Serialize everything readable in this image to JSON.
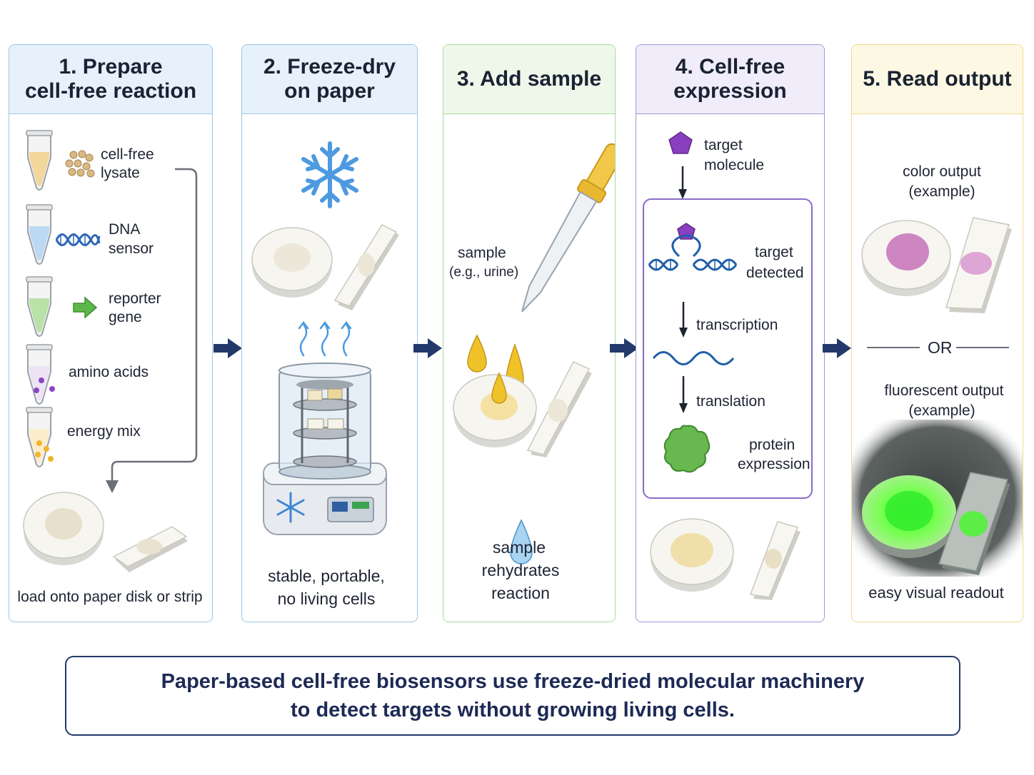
{
  "panels": [
    {
      "title_line1": "1. Prepare",
      "title_line2": "cell-free reaction",
      "items": [
        "cell-free",
        "lysate",
        "DNA",
        "sensor",
        "reporter",
        "gene",
        "amino acids",
        "energy mix"
      ],
      "footer": "load onto paper disk or strip"
    },
    {
      "title_line1": "2. Freeze-dry",
      "title_line2": "on paper",
      "footer_line1": "stable, portable,",
      "footer_line2": "no living cells"
    },
    {
      "title": "3.  Add sample",
      "sample_line1": "sample",
      "sample_line2": "(e.g., urine)",
      "footer_line1": "sample",
      "footer_line2": "rehydrates",
      "footer_line3": "reaction"
    },
    {
      "title_line1": "4.  Cell-free",
      "title_line2": "expression",
      "target_line1": "target",
      "target_line2": "molecule",
      "detected_line1": "target",
      "detected_line2": "detected",
      "transcription": "transcription",
      "translation": "translation",
      "protein_line1": "protein",
      "protein_line2": "expression"
    },
    {
      "title": "5.  Read output",
      "color_line1": "color output",
      "color_line2": "(example)",
      "or": "OR",
      "fluor_line1": "fluorescent output",
      "fluor_line2": "(example)",
      "footer": "easy visual readout"
    }
  ],
  "caption": {
    "line1": "Paper-based cell-free biosensors use freeze-dried molecular machinery",
    "line2": "to detect targets without growing living cells."
  },
  "colors": {
    "panel1": "#9cc7e8",
    "panel1_head": "#e6f1fb",
    "panel2": "#9cc7e8",
    "panel2_head": "#e6f1fb",
    "panel3": "#a8d9a0",
    "panel3_head": "#eef8ea",
    "panel4": "#a596d6",
    "panel4_head": "#f0ecfa",
    "panel5": "#f2dc8c",
    "panel5_head": "#fdf8e3",
    "arrow": "#23386b",
    "caption_border": "#23386b"
  }
}
